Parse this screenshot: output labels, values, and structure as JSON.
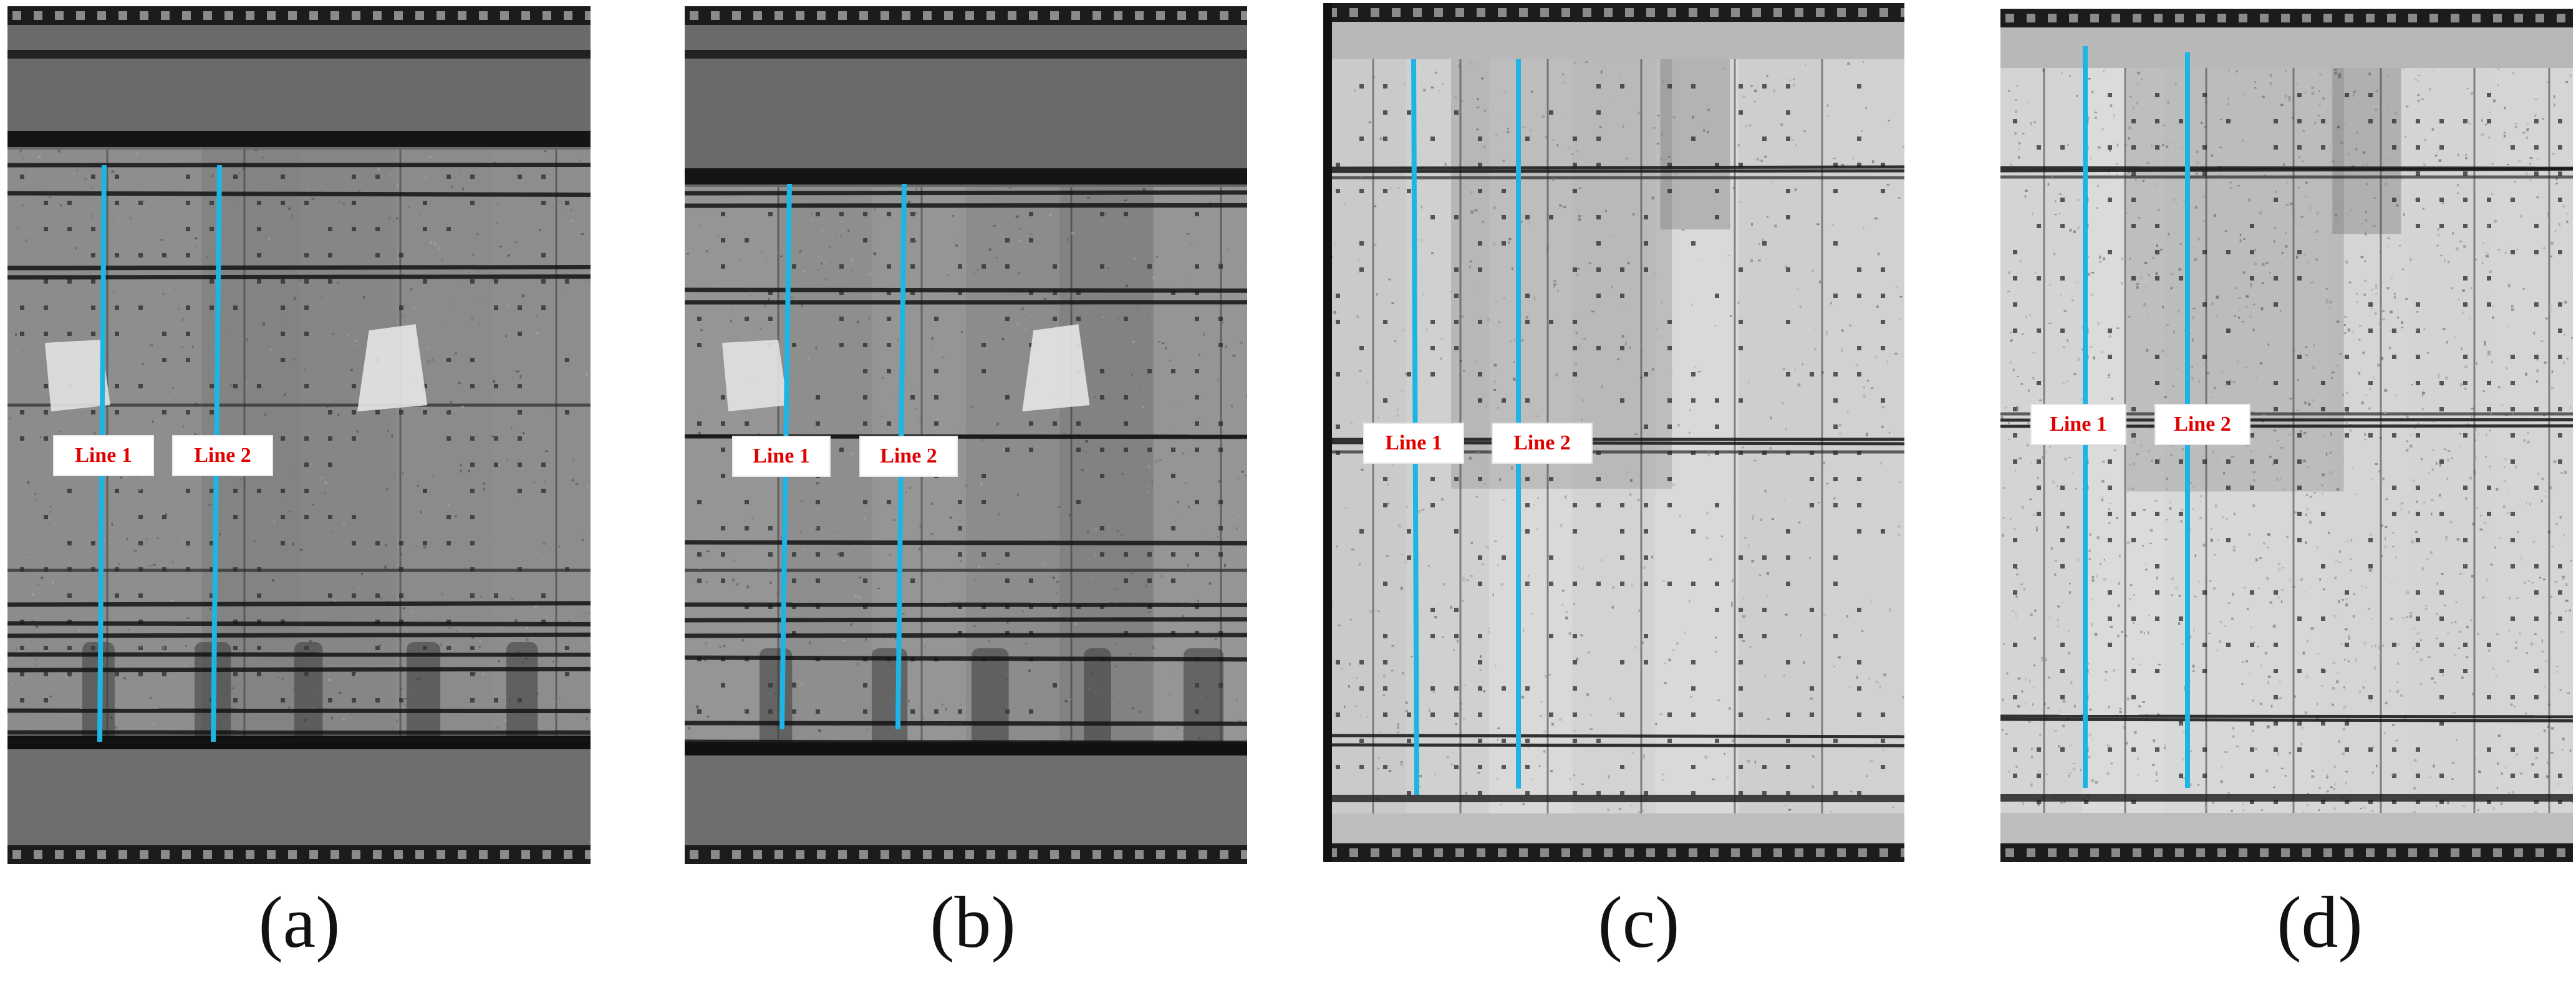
{
  "panels": [
    {
      "id": "a",
      "caption": "(a)",
      "line1_label": "Line 1",
      "line2_label": "Line 2",
      "surface": "dark"
    },
    {
      "id": "b",
      "caption": "(b)",
      "line1_label": "Line 1",
      "line2_label": "Line 2",
      "surface": "dark"
    },
    {
      "id": "c",
      "caption": "(c)",
      "line1_label": "Line 1",
      "line2_label": "Line 2",
      "surface": "light"
    },
    {
      "id": "d",
      "caption": "(d)",
      "line1_label": "Line 1",
      "line2_label": "Line 2",
      "surface": "light"
    }
  ],
  "colors": {
    "scan_line": "#1fb4e6",
    "label_text": "#e00000",
    "label_bg": "#ffffff"
  }
}
